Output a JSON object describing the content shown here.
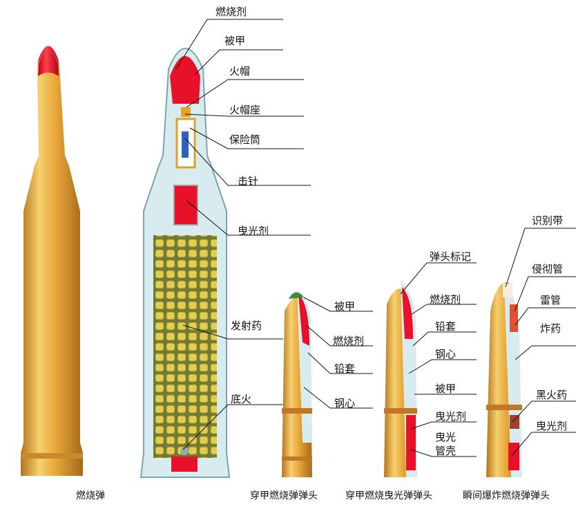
{
  "labels": {
    "l1": "燃烧剂",
    "l2": "被甲",
    "l3": "火帽",
    "l4": "火帽座",
    "l5": "保险筒",
    "l6": "击针",
    "l7": "曳光剂",
    "l8": "发射药",
    "l9": "底火",
    "b1_1": "被甲",
    "b1_2": "燃烧剂",
    "b1_3": "铅套",
    "b1_4": "钢心",
    "b2_1": "弹头标记",
    "b2_2": "燃烧剂",
    "b2_3": "铅套",
    "b2_4": "钢心",
    "b2_5": "被甲",
    "b2_6": "曳光剂",
    "b2_7a": "曳光",
    "b2_7b": "管壳",
    "b3_1": "识别带",
    "b3_2": "侵彻管",
    "b3_3": "雷管",
    "b3_4": "炸药",
    "b3_5": "黑火药",
    "b3_6": "曳光剂"
  },
  "captions": {
    "c1": "燃烧弹",
    "c2": "穿甲燃烧弹弹头",
    "c3": "穿甲燃烧曳光弹弹头",
    "c4": "瞬间爆炸燃烧弹弹头"
  },
  "colors": {
    "brass": "#e3a83a",
    "red": "#e8112a",
    "cutaway": "#d9ecf0",
    "powder": "#d2bf3c"
  }
}
